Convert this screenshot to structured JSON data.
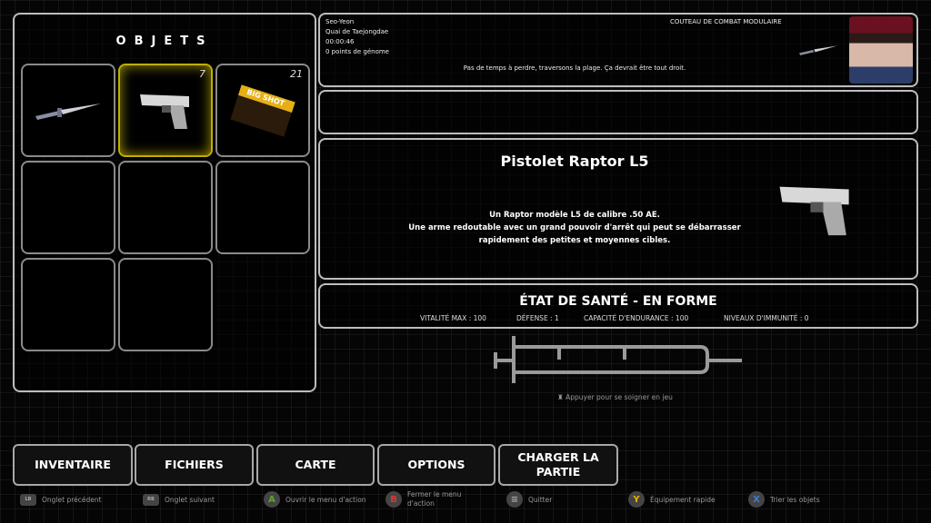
{
  "inventory": {
    "title": "OBJETS",
    "slots": [
      {
        "item": "knife-icon",
        "count": ""
      },
      {
        "item": "pistol-icon",
        "count": "7",
        "selected": true
      },
      {
        "item": "ammo-box-icon",
        "count": "21",
        "label": "BIG SHOT"
      },
      {
        "item": "",
        "count": ""
      },
      {
        "item": "",
        "count": ""
      },
      {
        "item": "",
        "count": ""
      },
      {
        "item": "",
        "count": ""
      },
      {
        "item": "",
        "count": ""
      }
    ]
  },
  "player": {
    "name": "Seo-Yeon",
    "location": "Quai de Taejongdae",
    "time": "00:00:46",
    "genome": "0 points de génome",
    "equipped": "COUTEAU DE COMBAT MODULAIRE",
    "dialogue": "Pas de temps à perdre, traversons la plage. Ça devrait être tout droit."
  },
  "item": {
    "name": "Pistolet Raptor L5",
    "desc1": "Un Raptor modèle L5 de calibre .50 AE.",
    "desc2": "Une arme redoutable avec un grand pouvoir d'arrêt qui peut se débarrasser",
    "desc3": "rapidement des petites et moyennes cibles."
  },
  "health": {
    "title": "ÉTAT DE SANTÉ - EN FORME",
    "stats": [
      "VITALITÉ MAX : 100",
      "DÉFENSE : 1",
      "CAPACITÉ D'ENDURANCE : 100",
      "NIVEAUX D'IMMUNITÉ : 0"
    ],
    "heal_hint": "Appuyer pour se soigner en jeu"
  },
  "menu": [
    "INVENTAIRE",
    "FICHIERS",
    "CARTE",
    "OPTIONS",
    "CHARGER LA PARTIE"
  ],
  "hints": [
    {
      "btn": "LB",
      "label": "Onglet précédent"
    },
    {
      "btn": "RB",
      "label": "Onglet suivant"
    },
    {
      "btn": "A",
      "label": "Ouvrir le menu d'action",
      "color": "#5aa832"
    },
    {
      "btn": "B",
      "label": "Fermer le menu d'action",
      "color": "#d83a3a"
    },
    {
      "btn": "≡",
      "label": "Quitter",
      "color": "#888"
    },
    {
      "btn": "Y",
      "label": "Équipement rapide",
      "color": "#e0b400"
    },
    {
      "btn": "X",
      "label": "Trier les objets",
      "color": "#3a7fd8"
    }
  ]
}
